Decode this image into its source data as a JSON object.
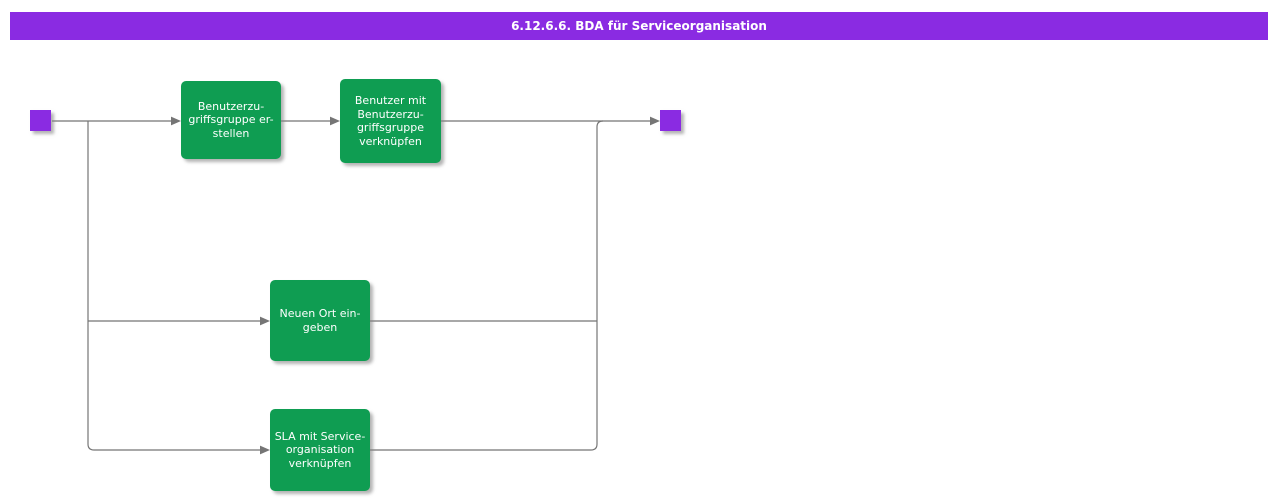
{
  "title": "6.12.6.6. BDA für Serviceorganisation",
  "colors": {
    "purple": "#8A2BE2",
    "green": "#0F9D52",
    "line": "#757575",
    "text": "#FFFFFF"
  },
  "nodes": {
    "create_access_group": {
      "label": "Benutzerzu-\ngriffsgruppe er-\nstellen"
    },
    "link_user_to_access_group": {
      "label": "Benutzer mit\nBenutzerzu-\ngriffsgruppe\nverknüpfen"
    },
    "enter_new_location": {
      "label": "Neuen Ort ein-\ngeben"
    },
    "link_sla_to_service_org": {
      "label": "SLA mit Service-\norganisation\nverknüpfen"
    }
  }
}
